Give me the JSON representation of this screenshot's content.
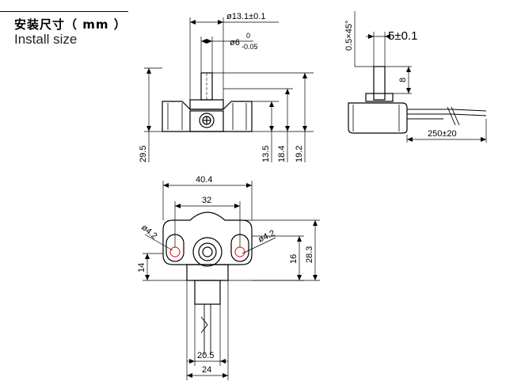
{
  "header": {
    "title_cn": "安装尺寸（ mm ）",
    "title_en": "Install size"
  },
  "dimensions": {
    "front": {
      "shaft_flange_dia": "ø13.1±0.1",
      "shaft_dia": "ø6",
      "shaft_tol_upper": "0",
      "shaft_tol_lower": "-0.05",
      "total_height": "29.5",
      "h_13_5": "13.5",
      "h_18_4": "18.4",
      "h_19_2": "19.2"
    },
    "side": {
      "chamfer": "0.5×45°",
      "flat_width": "5±0.1",
      "flat_depth": "8",
      "lead_length": "250±20"
    },
    "bottom": {
      "overall_width": "40.4",
      "hole_pitch": "32",
      "hole_left": "ø4.2",
      "hole_right": "ø4.2",
      "height_14": "14",
      "height_16": "16",
      "height_28_3": "28.3",
      "base_20_5": "20.5",
      "base_24": "24"
    }
  },
  "colors": {
    "line": "#000000",
    "highlight": "#e0302a",
    "blueprint": "#3b4a9a"
  }
}
